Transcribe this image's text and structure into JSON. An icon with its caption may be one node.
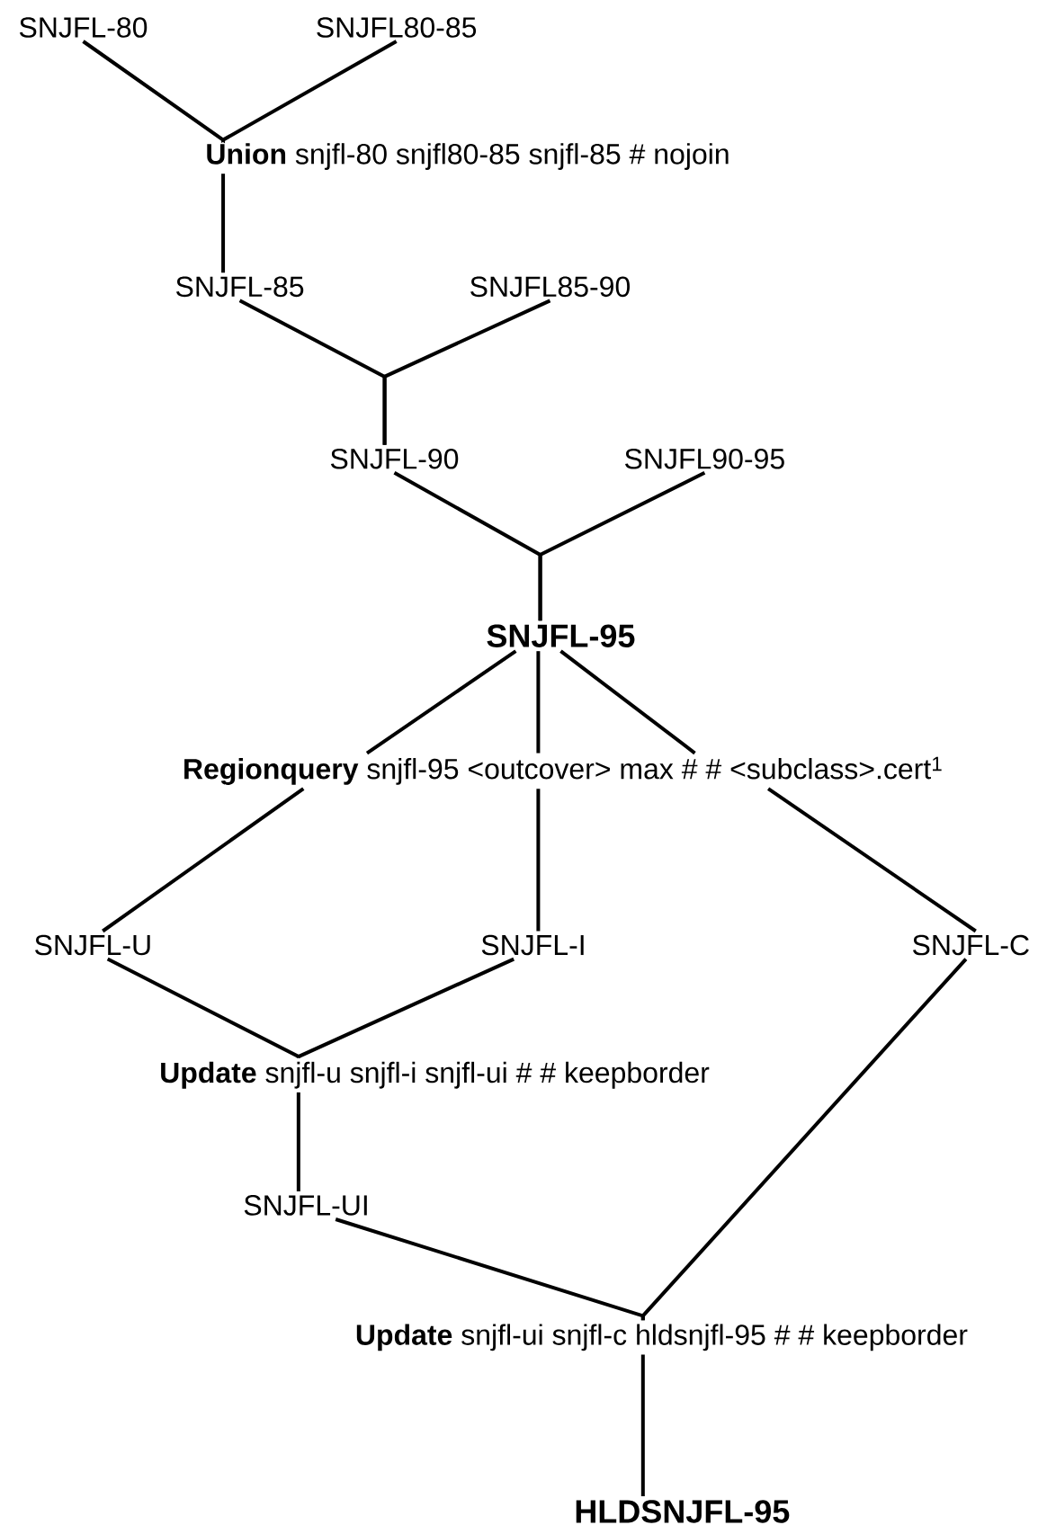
{
  "diagram": {
    "nodes": [
      {
        "text": [
          "SNJFL-80"
        ]
      },
      {
        "text": [
          "SNJFL80-85"
        ]
      },
      {
        "text": [
          "**Union** snjfl-80 snjfl80-85 snjfl-85 # nojoin"
        ]
      },
      {
        "text": [
          "SNJFL-85"
        ]
      },
      {
        "text": [
          "SNJFL85-90"
        ]
      },
      {
        "text": [
          "SNJFL-90"
        ]
      },
      {
        "text": [
          "SNJFL90-95"
        ]
      },
      {
        "text": [
          "SNJFL-95"
        ]
      },
      {
        "text": [
          "**Regionquery** snjfl-95 <outcover> max # # <subclass>.cert$^{1}$"
        ]
      },
      {
        "text": [
          "SNJFL-U"
        ]
      },
      {
        "text": [
          "SNJFL-I"
        ]
      },
      {
        "text": [
          "SNJFL-C"
        ]
      },
      {
        "text": [
          "**Update** snjfl-u snjfl-i snjfl-ui # # keepborder"
        ]
      },
      {
        "text": [
          "SNJFL-UI"
        ]
      },
      {
        "text": [
          "**Update** snjfl-ui snjfl-c hldsnjfl-95 # # keepborder"
        ]
      },
      {
        "text": [
          "HLDSNJFL-95"
        ]
      }
    ],
    "edges": [
      {
        "from": 0,
        "to": 2,
        "arrow": "none"
      },
      {
        "from": 1,
        "to": 2,
        "arrow": "none"
      },
      {
        "from": 2,
        "to": 3,
        "arrow": "none"
      },
      {
        "from": 3,
        "to": 5,
        "arrow": "none"
      },
      {
        "from": 4,
        "to": 5,
        "arrow": "none"
      },
      {
        "from": 5,
        "to": 7,
        "arrow": "none"
      },
      {
        "from": 6,
        "to": 7,
        "arrow": "none"
      },
      {
        "from": 7,
        "to": 8,
        "arrow": "none"
      },
      {
        "from": 7,
        "to": 8,
        "arrow": "none"
      },
      {
        "from": 7,
        "to": 8,
        "arrow": "none"
      },
      {
        "from": 8,
        "to": 9,
        "arrow": "none"
      },
      {
        "from": 8,
        "to": 10,
        "arrow": "none"
      },
      {
        "from": 8,
        "to": 11,
        "arrow": "none"
      },
      {
        "from": 9,
        "to": 12,
        "arrow": "none"
      },
      {
        "from": 10,
        "to": 12,
        "arrow": "none"
      },
      {
        "from": 12,
        "to": 13,
        "arrow": "none"
      },
      {
        "from": 13,
        "to": 14,
        "arrow": "none"
      },
      {
        "from": 11,
        "to": 14,
        "arrow": "none"
      },
      {
        "from": 14,
        "to": 15,
        "arrow": "none"
      }
    ]
  }
}
